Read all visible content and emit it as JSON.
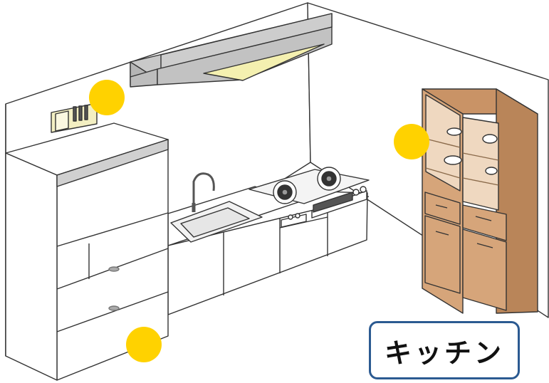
{
  "room": {
    "label": "キッチン",
    "label_border_color": "#2b5a91"
  },
  "colors": {
    "marker": "#ffd200",
    "cabinet_wood": "#d6a57a",
    "cabinet_glass": "#efd8c0",
    "hood_light": "#f4f0b0",
    "panel_light": "#f3efc2",
    "outline": "#333333"
  },
  "markers": [
    {
      "name": "marker-panel",
      "target": "control-panel"
    },
    {
      "name": "marker-cabinet",
      "target": "cupboard"
    },
    {
      "name": "marker-fridge",
      "target": "refrigerator"
    }
  ]
}
